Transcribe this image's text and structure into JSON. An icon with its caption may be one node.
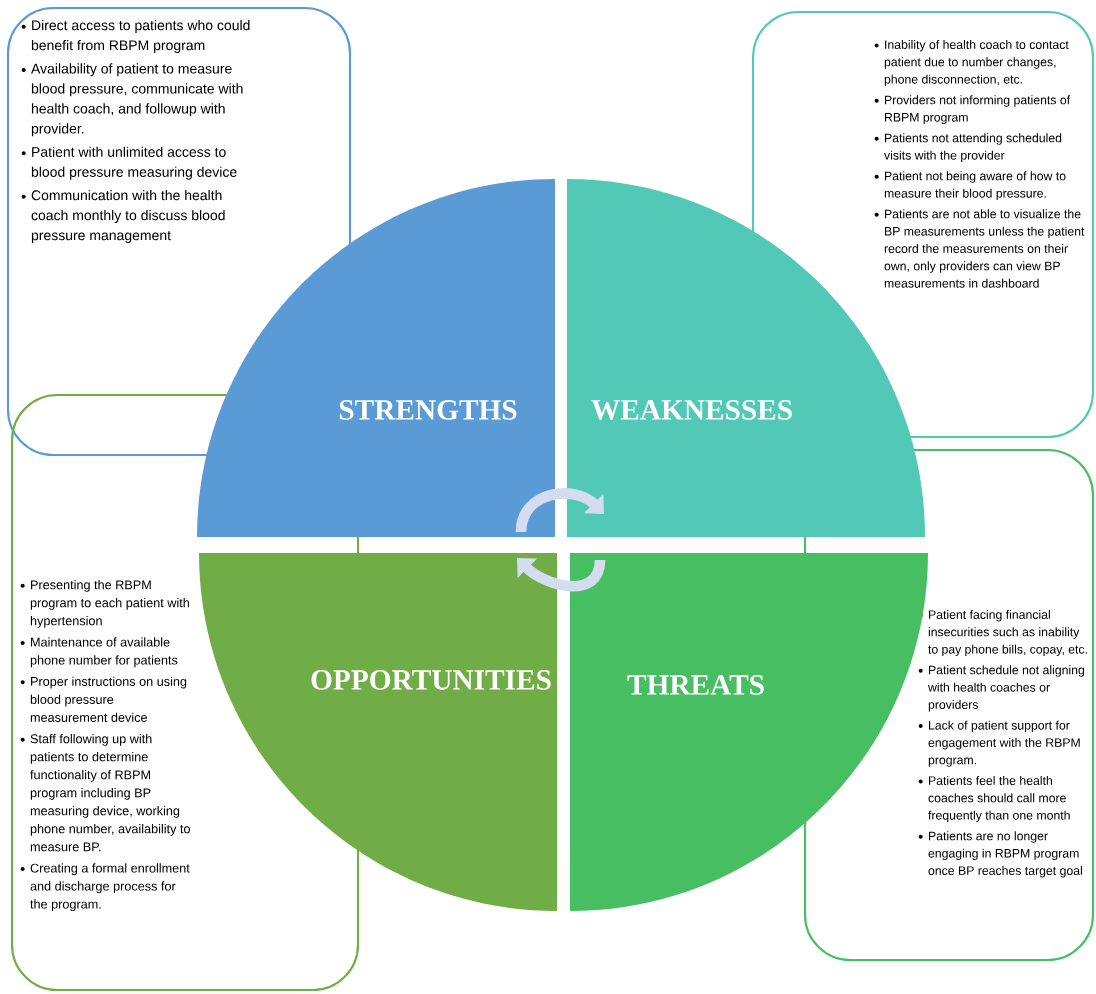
{
  "diagram": {
    "nodes": [
      {
        "text": [
          "Direct access to patients who could benefit from RBPM program",
          "Availability of patient to measure blood pressure, communicate with health coach, and followup with provider.",
          "Patient with unlimited access to blood pressure measuring device",
          "Communication with the health coach monthly to discuss blood pressure management"
        ]
      },
      {
        "text": [
          "STRENGTHS"
        ]
      },
      {
        "text": [
          "WEAKNESSES"
        ]
      },
      {
        "text": [
          "Inability of health coach to contact patient due to number changes, phone disconnection, etc.",
          "Providers not informing patients of RBPM program",
          "Patients not attending scheduled visits with the provider",
          "Patient not being aware of how to measure their blood pressure.",
          "Patients are not able to visualize the BP measurements unless the patient record the measurements on their own, only providers can view BP measurements in dashboard"
        ]
      },
      {
        "text": [
          "Presenting the RBPM program to each patient with hypertension",
          "Maintenance of available phone number for patients",
          "Proper instructions on using blood pressure measurement device",
          "Staff following up with patients to determine functionality of RBPM program including BP measuring device, working phone number, availability to measure BP.",
          "Creating a formal enrollment and discharge process for the program."
        ]
      },
      {
        "text": [
          "OPPORTUNITIES"
        ]
      },
      {
        "text": [
          "THREATS"
        ]
      },
      {
        "text": [
          "Patient facing financial insecurities such as inability to pay phone bills, copay, etc.",
          "Patient schedule not aligning with health coaches or providers",
          "Lack of patient support for engagement with the RBPM program.",
          "Patients feel the health coaches should call more frequently than one month",
          "Patients are no longer engaging in RBPM program once BP reaches target goal"
        ]
      }
    ],
    "edges": [
      {
        "from": 1,
        "to": 2,
        "arrow": "to"
      },
      {
        "from": 6,
        "to": 5,
        "arrow": "to"
      }
    ]
  }
}
